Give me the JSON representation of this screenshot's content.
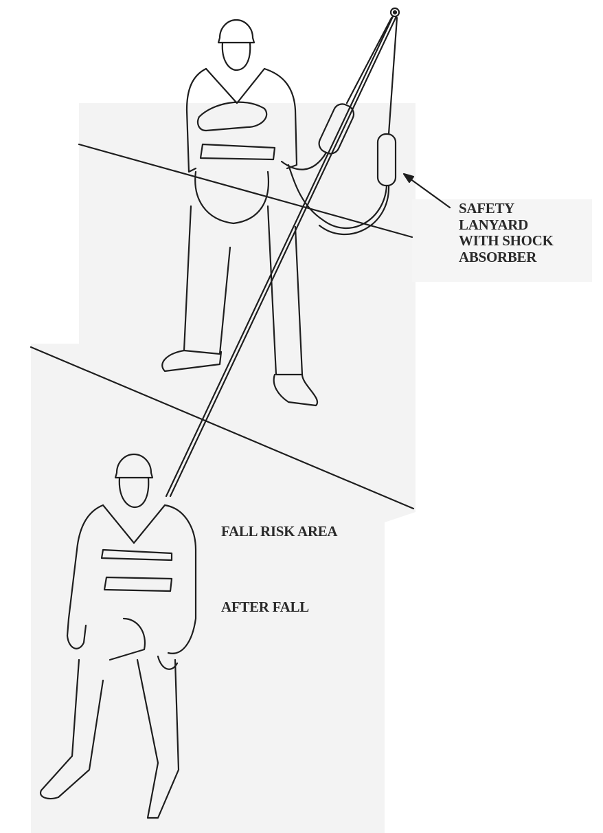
{
  "title": "Fall arrest with safety lanyard",
  "labels": {
    "lanyard": [
      "SAFETY",
      "LANYARD",
      "WITH SHOCK",
      "ABSORBER"
    ],
    "fall_risk_area": "FALL RISK AREA",
    "after_fall": "AFTER FALL"
  },
  "colors": {
    "line": "#1e1e1e",
    "background_tint": "#f2f2f2"
  }
}
